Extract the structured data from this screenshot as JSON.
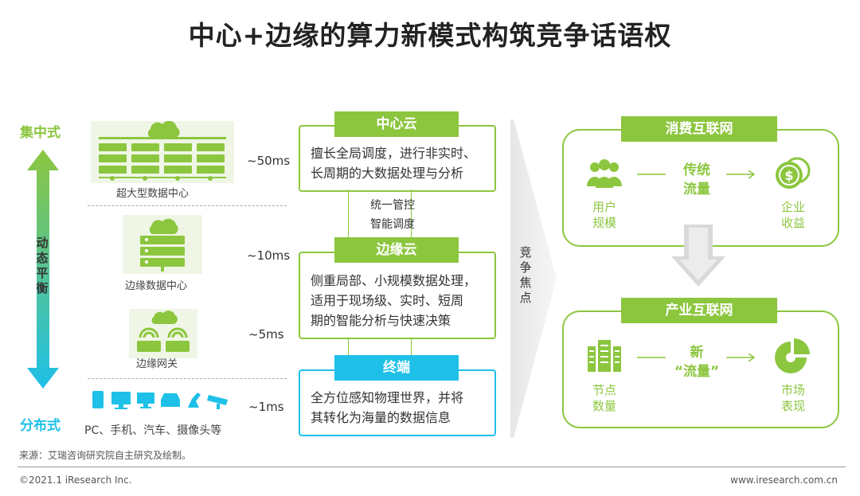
{
  "title": "中心+边缘的算力新模式构筑竞争话语权",
  "left": {
    "top_label": "集中式",
    "bottom_label": "分布式",
    "axis_label": "动态平衡",
    "tiers": [
      {
        "name": "超大型数据中心",
        "latency": "~50ms"
      },
      {
        "name": "边缘数据中心",
        "latency": "~10ms"
      },
      {
        "name": "边缘网关",
        "latency": "~5ms"
      },
      {
        "name": "PC、手机、汽车、摄像头等",
        "latency": "~1ms"
      }
    ]
  },
  "middle": {
    "central_cloud": {
      "tag": "中心云",
      "line1": "擅长全局调度，进行非实时、",
      "line2": "长周期的大数据处理与分析"
    },
    "link": {
      "line1": "统一管控",
      "line2": "智能调度"
    },
    "edge_cloud": {
      "tag": "边缘云",
      "line1": "侧重局部、小规模数据处理，",
      "line2": "适用于现场级、实时、短周",
      "line3": "期的智能分析与快速决策"
    },
    "terminal": {
      "tag": "终端",
      "line1": "全方位感知物理世界，并将",
      "line2": "其转化为海量的数据信息"
    }
  },
  "arrow_label": "竞争焦点",
  "right": {
    "consumer": {
      "tag": "消费互联网",
      "left_line1": "用户",
      "left_line2": "规模",
      "mid_line1": "传统",
      "mid_line2": "流量",
      "right_line1": "企业",
      "right_line2": "收益"
    },
    "industrial": {
      "tag": "产业互联网",
      "left_line1": "节点",
      "left_line2": "数量",
      "mid_line1": "新",
      "mid_line2": "“流量”",
      "right_line1": "市场",
      "right_line2": "表现"
    }
  },
  "source": "来源：艾瑞咨询研究院自主研究及绘制。",
  "copyright": "©2021.1 iResearch Inc.",
  "website": "www.iresearch.com.cn",
  "colors": {
    "green": "#8cc63f",
    "blue": "#1ec0e8",
    "gray": "#d9d9d9"
  }
}
